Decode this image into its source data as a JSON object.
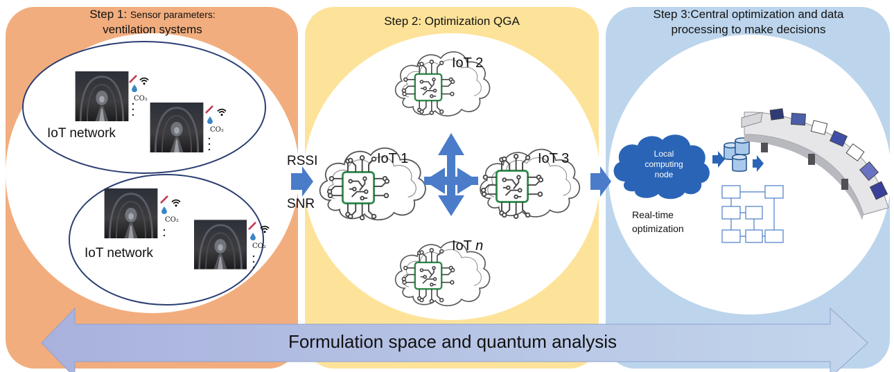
{
  "step1": {
    "title_prefix": "Step 1: ",
    "title_small": "Sensor parameters:",
    "title_line2": "ventilation systems",
    "network_label": "IoT network",
    "co2_label": "CO₂"
  },
  "step2": {
    "title": "Step 2: Optimization QGA",
    "iot1": "IoT 1",
    "iot2": "IoT 2",
    "iot3": "IoT 3",
    "iotn_prefix": "IoT ",
    "iotn_italic": "n"
  },
  "step3": {
    "title_line1": "Step 3:Central optimization and data",
    "title_line2": "processing to make decisions",
    "local_line1": "Local",
    "local_line2": "computing",
    "local_line3": "node",
    "realtime_line1": "Real-time",
    "realtime_line2": "optimization"
  },
  "links": {
    "rssi": "RSSI",
    "snr": "SNR"
  },
  "footer": {
    "label": "Formulation space and quantum analysis"
  },
  "colors": {
    "panel1": "#f2ad7e",
    "panel2": "#fde39a",
    "panel3": "#bcd5ec",
    "arrow_blue": "#4a7cc9",
    "chip_green": "#2f8a4b",
    "band_left": "#a8b4dc",
    "band_right": "#c2d4ec"
  }
}
